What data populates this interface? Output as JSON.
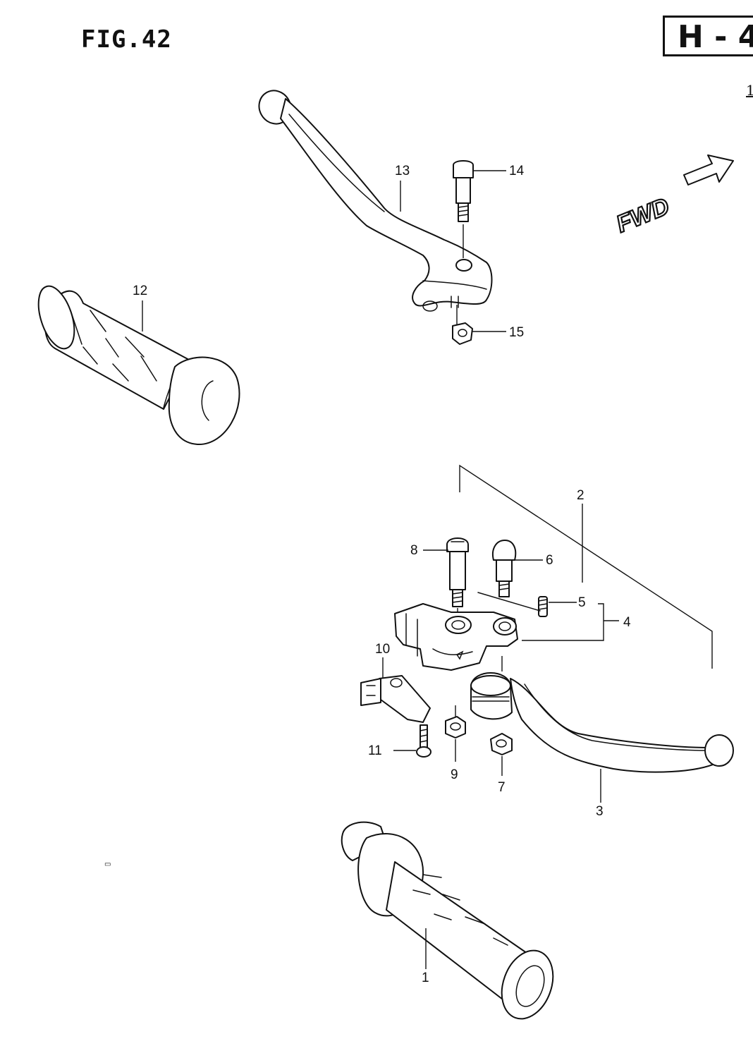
{
  "figure": {
    "title": "FIG.42"
  },
  "page_tag": {
    "text": "H - 4"
  },
  "corner_mark": "1",
  "direction": {
    "label": "FWD"
  },
  "callouts": [
    "1",
    "2",
    "3",
    "4",
    "5",
    "6",
    "7",
    "8",
    "9",
    "10",
    "11",
    "12",
    "13",
    "14",
    "15"
  ]
}
